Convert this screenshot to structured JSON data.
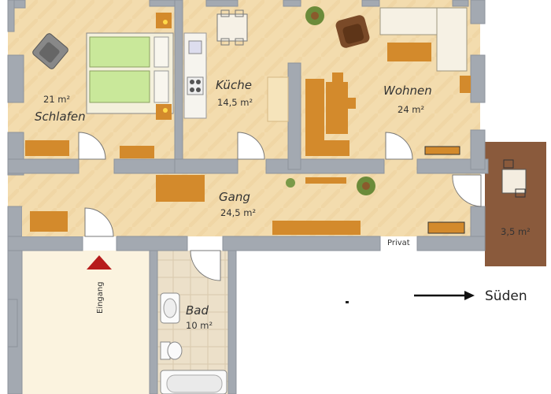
{
  "rooms": {
    "schlafen": {
      "name": "Schlafen",
      "area": "21 m²"
    },
    "kueche": {
      "name": "Küche",
      "area": "14,5 m²"
    },
    "wohnen": {
      "name": "Wohnen",
      "area": "24 m²"
    },
    "gang": {
      "name": "Gang",
      "area": "24,5 m²"
    },
    "bad": {
      "name": "Bad",
      "area": "10 m²"
    },
    "balkon": {
      "area": "3,5 m²"
    }
  },
  "labels": {
    "privat": "Privat",
    "eingang": "Eingang",
    "south": "Süden"
  },
  "colors": {
    "wall": "#9aa1aa",
    "floor_wood": "#f2d9aa",
    "floor_tile": "#e8dcc6",
    "furniture": "#d38a2c",
    "balcony": "#8a5a3c",
    "entrance_arrow": "#b71c1c"
  },
  "icons": [
    "plant-icon",
    "armchair-icon",
    "table-icon",
    "bed-icon",
    "sink-icon",
    "toilet-icon",
    "bathtub-icon",
    "stove-icon",
    "arrow-right-icon"
  ]
}
